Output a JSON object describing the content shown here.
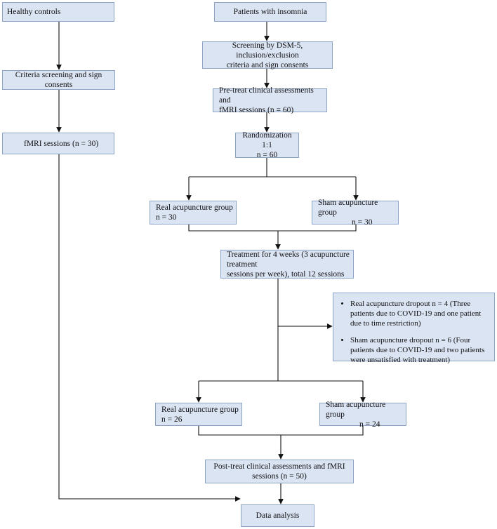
{
  "left": {
    "healthy_controls": "Healthy controls",
    "criteria_screening": "Criteria screening and sign consents",
    "fmri_sessions": "fMRI sessions (n = 30)"
  },
  "main": {
    "patients": "Patients with insomnia",
    "screening_line1": "Screening by DSM-5, inclusion/exclusion",
    "screening_line2": "criteria and sign consents",
    "pretreat_line1": "Pre-treat clinical assessments and",
    "pretreat_line2": "fMRI sessions (n = 60)",
    "randomization_line1": "Randomization 1:1",
    "randomization_line2": "n = 60",
    "real_group_1": "Real acupuncture group",
    "real_group_1_n": "n = 30",
    "sham_group_1": "Sham acupuncture group",
    "sham_group_1_n": "n = 30",
    "treatment_line1": "Treatment for 4 weeks (3 acupuncture treatment",
    "treatment_line2": "sessions per week), total 12 sessions",
    "real_group_2": "Real acupuncture group",
    "real_group_2_n": "n = 26",
    "sham_group_2": "Sham acupuncture group",
    "sham_group_2_n": "n = 24",
    "posttreat_line1": "Post-treat clinical assessments and fMRI",
    "posttreat_line2": "sessions (n = 50)",
    "data_analysis": "Data analysis"
  },
  "dropout": {
    "real": "Real acupuncture dropout n = 4 (Three patients due to COVID-19 and one patient due to time restriction)",
    "sham": "Sham acupuncture dropout n = 6 (Four patients due to COVID-19 and two patients were unsatisfied with treatment)"
  },
  "colors": {
    "box_fill": "#dbe4f3",
    "box_border": "#8ea3c8",
    "line": "#111111"
  }
}
